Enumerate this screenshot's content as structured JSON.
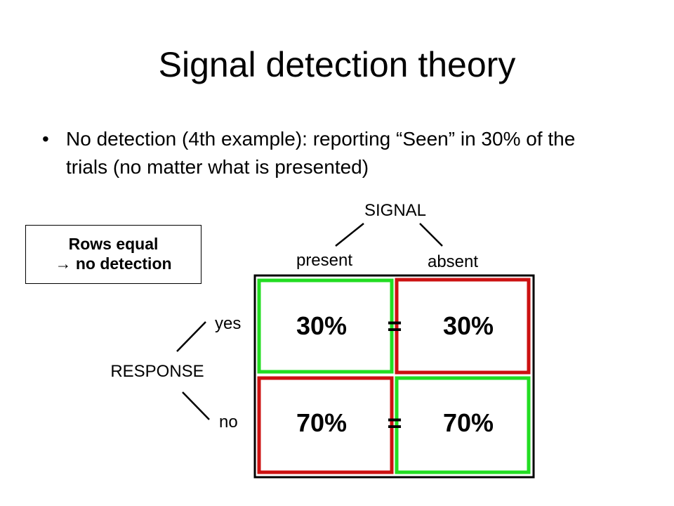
{
  "slide": {
    "title": "Signal detection theory",
    "bullet": "No detection (4th example): reporting “Seen” in 30% of the trials (no matter what is presented)",
    "bullet_marker": "•"
  },
  "callout": {
    "line1": "Rows equal",
    "arrow": "→",
    "line2": "no detection"
  },
  "diagram": {
    "signal_label": "SIGNAL",
    "present_label": "present",
    "absent_label": "absent",
    "response_label": "RESPONSE",
    "yes_label": "yes",
    "no_label": "no",
    "row_yes": {
      "present": "30%",
      "equals": "=",
      "absent": "30%"
    },
    "row_no": {
      "present": "70%",
      "equals": "=",
      "absent": "70%"
    },
    "colors": {
      "hit_border": "#22dd22",
      "miss_border": "#cc1111",
      "frame": "#000000"
    }
  }
}
